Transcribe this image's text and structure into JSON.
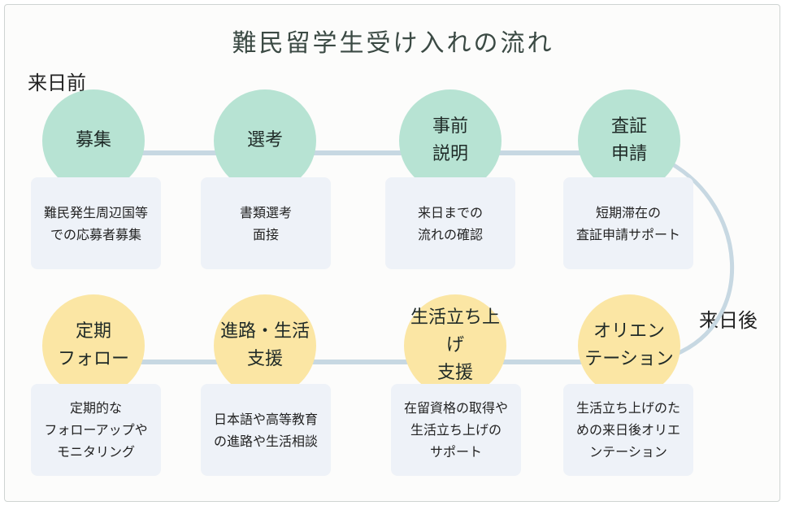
{
  "title": "難民留学生受け入れの流れ",
  "phases": {
    "before": "来日前",
    "after": "来日後"
  },
  "colors": {
    "pre": "#b7e3d3",
    "post": "#fbe6a4",
    "card": "#eef2f8",
    "line": "#c7d8e2"
  },
  "top_steps": [
    {
      "label": "募集",
      "desc": "難民発生周辺国等\nでの応募者募集"
    },
    {
      "label": "選考",
      "desc": "書類選考\n面接"
    },
    {
      "label": "事前\n説明",
      "desc": "来日までの\n流れの確認"
    },
    {
      "label": "査証\n申請",
      "desc": "短期滞在の\n査証申請サポート"
    }
  ],
  "bottom_steps": [
    {
      "label": "定期\nフォロー",
      "desc": "定期的な\nフォローアップや\nモニタリング"
    },
    {
      "label": "進路・生活\n支援",
      "desc": "日本語や高等教育\nの進路や生活相談"
    },
    {
      "label": "生活立ち上げ\n支援",
      "desc": "在留資格の取得や\n生活立ち上げの\nサポート"
    },
    {
      "label": "オリエン\nテーション",
      "desc": "生活立ち上げのた\nめの来日後オリエ\nンテーション"
    }
  ]
}
